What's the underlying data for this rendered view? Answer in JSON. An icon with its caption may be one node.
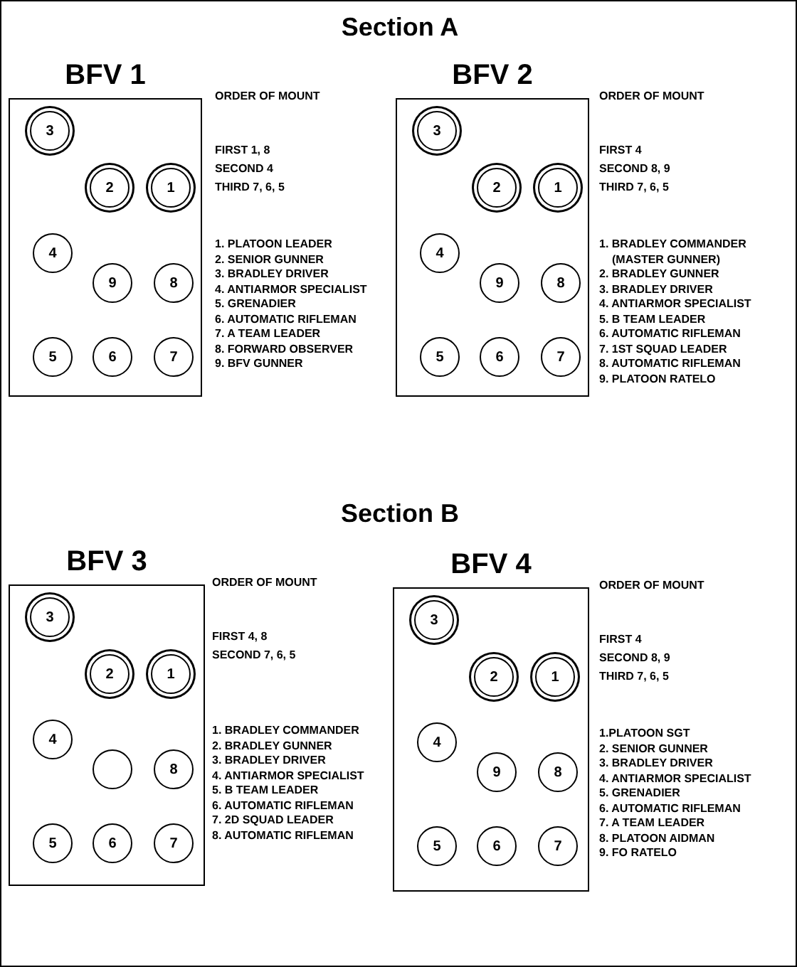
{
  "diagram": {
    "nodes": [
      {
        "text": [
          "BFV 1"
        ],
        "beside": [
          "ORDER OF MOUNT",
          "FIRST 1, 8",
          "SECOND 4",
          "THIRD 7, 6, 5",
          "1. PLATOON LEADER",
          "2. SENIOR GUNNER",
          "3. BRADLEY DRIVER",
          "4. ANTIARMOR SPECIALIST",
          "5. GRENADIER",
          "6. AUTOMATIC RIFLEMAN",
          "7. A TEAM LEADER",
          "8. FORWARD OBSERVER",
          "9. BFV GUNNER"
        ]
      },
      {
        "text": [
          "3"
        ],
        "in": 0
      },
      {
        "text": [
          "2"
        ],
        "in": 0
      },
      {
        "text": [
          "1"
        ],
        "in": 0
      },
      {
        "text": [
          "4"
        ],
        "in": 0
      },
      {
        "text": [
          "9"
        ],
        "in": 0
      },
      {
        "text": [
          "8"
        ],
        "in": 0
      },
      {
        "text": [
          "5"
        ],
        "in": 0
      },
      {
        "text": [
          "6"
        ],
        "in": 0
      },
      {
        "text": [
          "7"
        ],
        "in": 0
      },
      {
        "text": [
          "BFV 2"
        ],
        "beside": [
          "ORDER OF MOUNT",
          "FIRST 4",
          "SECOND 8, 9",
          "THIRD 7, 6, 5",
          "1. BRADLEY COMMANDER (MASTER GUNNER)",
          "2. BRADLEY GUNNER",
          "3. BRADLEY DRIVER",
          "4. ANTIARMOR SPECIALIST",
          "5. B TEAM LEADER",
          "6. AUTOMATIC RIFLEMAN",
          "7. 1ST SQUAD LEADER",
          "8. AUTOMATIC RIFLEMAN",
          "9. PLATOON RATELO"
        ]
      },
      {
        "text": [
          "3"
        ],
        "in": 10
      },
      {
        "text": [
          "2"
        ],
        "in": 10
      },
      {
        "text": [
          "1"
        ],
        "in": 10
      },
      {
        "text": [
          "4"
        ],
        "in": 10
      },
      {
        "text": [
          "9"
        ],
        "in": 10
      },
      {
        "text": [
          "8"
        ],
        "in": 10
      },
      {
        "text": [
          "5"
        ],
        "in": 10
      },
      {
        "text": [
          "6"
        ],
        "in": 10
      },
      {
        "text": [
          "7"
        ],
        "in": 10
      },
      {
        "text": [
          "BFV 3"
        ],
        "beside": [
          "ORDER OF MOUNT",
          "FIRST 4, 8",
          "SECOND 7, 6, 5",
          "1. BRADLEY COMMANDER",
          "2. BRADLEY GUNNER",
          "3. BRADLEY DRIVER",
          "4. ANTIARMOR SPECIALIST",
          "5. B TEAM LEADER",
          "6. AUTOMATIC RIFLEMAN",
          "7. 2D SQUAD LEADER",
          "8. AUTOMATIC RIFLEMAN"
        ]
      },
      {
        "text": [
          "3"
        ],
        "in": 20
      },
      {
        "text": [
          "2"
        ],
        "in": 20
      },
      {
        "text": [
          "1"
        ],
        "in": 20
      },
      {
        "text": [
          "4"
        ],
        "in": 20
      },
      {
        "text": [],
        "shape": "circle",
        "in": 20
      },
      {
        "text": [
          "8"
        ],
        "in": 20
      },
      {
        "text": [
          "5"
        ],
        "in": 20
      },
      {
        "text": [
          "6"
        ],
        "in": 20
      },
      {
        "text": [
          "7"
        ],
        "in": 20
      },
      {
        "text": [
          "BFV 4"
        ],
        "beside": [
          "ORDER OF MOUNT",
          "FIRST 4",
          "SECOND 8, 9",
          "THIRD 7, 6, 5",
          "1.PLATOON SGT",
          "2. SENIOR GUNNER",
          "3. BRADLEY DRIVER",
          "4. ANTIARMOR SPECIALIST",
          "5. GRENADIER",
          "6. AUTOMATIC RIFLEMAN",
          "7. A TEAM LEADER",
          "8. PLATOON AIDMAN",
          "9. FO RATELO"
        ]
      },
      {
        "text": [
          "3"
        ],
        "in": 30
      },
      {
        "text": [
          "2"
        ],
        "in": 30
      },
      {
        "text": [
          "1"
        ],
        "in": 30
      },
      {
        "text": [
          "4"
        ],
        "in": 30
      },
      {
        "text": [
          "9"
        ],
        "in": 30
      },
      {
        "text": [
          "8"
        ],
        "in": 30
      },
      {
        "text": [
          "5"
        ],
        "in": 30
      },
      {
        "text": [
          "6"
        ],
        "in": 30
      },
      {
        "text": [
          "7"
        ],
        "in": 30
      }
    ],
    "edges": [],
    "labels": [
      "Section A",
      "Section B"
    ]
  }
}
